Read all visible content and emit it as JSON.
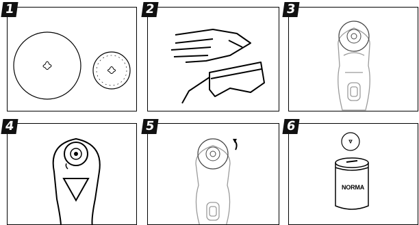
{
  "steps": [
    {
      "number": "1"
    },
    {
      "number": "2"
    },
    {
      "number": "3"
    },
    {
      "number": "4"
    },
    {
      "number": "5"
    },
    {
      "number": "6"
    }
  ],
  "brand_label": "NORMA",
  "colors": {
    "line": "#000000",
    "light_line": "#9a9a9a",
    "badge": "#111111"
  }
}
